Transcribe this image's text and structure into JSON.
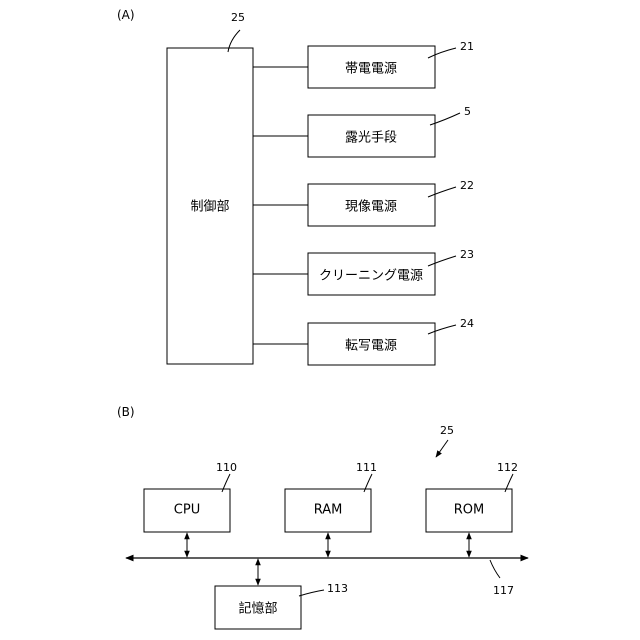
{
  "part_a": {
    "label": "(A)",
    "controller": {
      "label": "制御部",
      "ref": "25"
    },
    "units": [
      {
        "label": "帯電電源",
        "ref": "21"
      },
      {
        "label": "露光手段",
        "ref": "5"
      },
      {
        "label": "現像電源",
        "ref": "22"
      },
      {
        "label": "クリーニング電源",
        "ref": "23"
      },
      {
        "label": "転写電源",
        "ref": "24"
      }
    ]
  },
  "part_b": {
    "label": "(B)",
    "ref": "25",
    "cpu": {
      "label": "CPU",
      "ref": "110"
    },
    "ram": {
      "label": "RAM",
      "ref": "111"
    },
    "rom": {
      "label": "ROM",
      "ref": "112"
    },
    "storage": {
      "label": "記憶部",
      "ref": "113"
    },
    "bus": {
      "ref": "117"
    }
  }
}
